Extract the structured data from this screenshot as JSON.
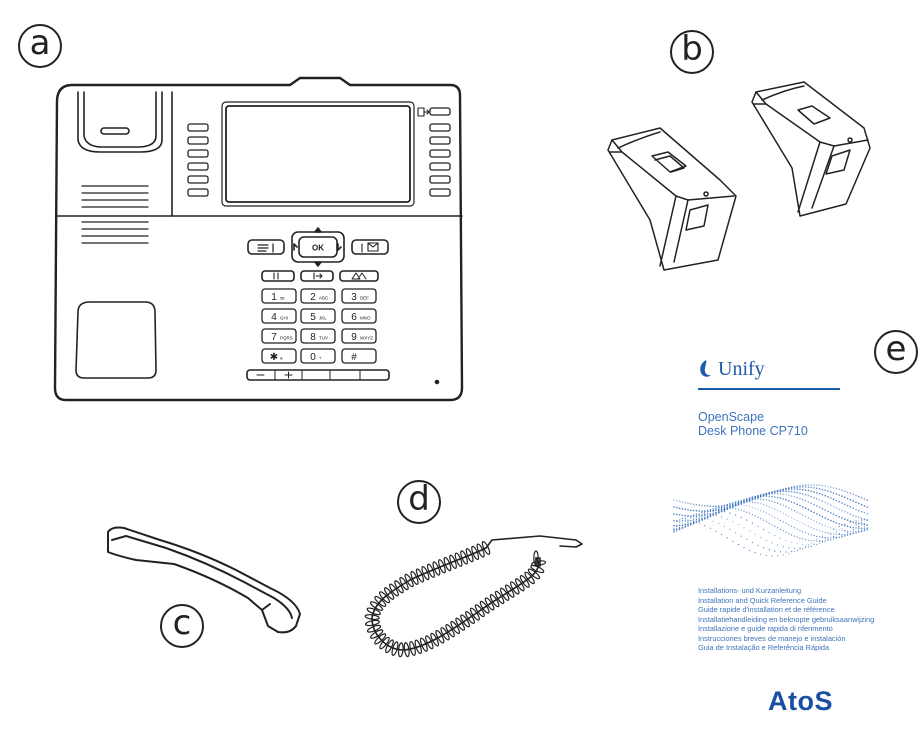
{
  "labels": {
    "phone": "a",
    "stands": "b",
    "handset": "c",
    "cord": "d",
    "guide": "e"
  },
  "phone": {
    "ok_key": "OK",
    "dialpad": [
      {
        "digit": "1",
        "letters": "ꝏ"
      },
      {
        "digit": "2",
        "letters": "ABC"
      },
      {
        "digit": "3",
        "letters": "DEF"
      },
      {
        "digit": "4",
        "letters": "GHI"
      },
      {
        "digit": "5",
        "letters": "JKL"
      },
      {
        "digit": "6",
        "letters": "MNO"
      },
      {
        "digit": "7",
        "letters": "PQRS"
      },
      {
        "digit": "8",
        "letters": "TUV"
      },
      {
        "digit": "9",
        "letters": "WXYZ"
      },
      {
        "digit": "✱",
        "letters": "a"
      },
      {
        "digit": "0",
        "letters": "+"
      },
      {
        "digit": "#",
        "letters": ""
      }
    ]
  },
  "guide": {
    "brand": "Unify",
    "product_line1": "OpenScape",
    "product_line2": "Desk Phone CP710",
    "languages": [
      "Installations- und Kurzanleitung",
      "Installation and Quick Reference Guide",
      "Guide rapide d'installation et de référence",
      "Installatiehandleiding en beknopte gebruiksaanwijzing",
      "Installazione e guide rapida di riferimento",
      "Instrucciones breves de manejo e instalación",
      "Guia de Instalação e Referência Rápida"
    ],
    "publisher": "AtoS"
  }
}
